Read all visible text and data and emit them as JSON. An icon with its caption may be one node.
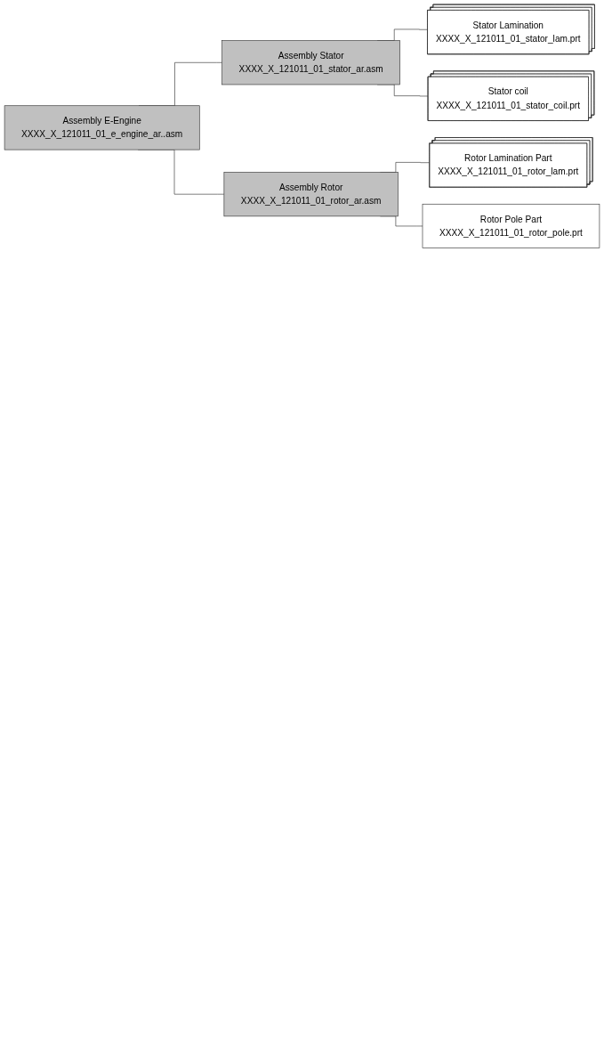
{
  "diagram": {
    "nodes": [
      {
        "text": [
          "Assembly E-Engine",
          "XXXX_X_121011_01_e_engine_ar..asm"
        ]
      },
      {
        "text": [
          "Assembly Stator",
          "XXXX_X_121011_01_stator_ar.asm"
        ]
      },
      {
        "text": [
          "Stator Lamination",
          "XXXX_X_121011_01_stator_lam.prt"
        ]
      },
      {
        "text": [
          "Stator coil",
          "XXXX_X_121011_01_stator_coil.prt"
        ]
      },
      {
        "text": [
          "Assembly Rotor",
          "XXXX_X_121011_01_rotor_ar.asm"
        ]
      },
      {
        "text": [
          "Rotor Lamination Part",
          "XXXX_X_121011_01_rotor_lam.prt"
        ]
      },
      {
        "text": [
          "Rotor Pole Part",
          "XXXX_X_121011_01_rotor_pole.prt"
        ]
      }
    ],
    "edges": [
      {
        "from": 0,
        "to": 1,
        "arrow": "none"
      },
      {
        "from": 1,
        "to": 2,
        "arrow": "none"
      },
      {
        "from": 1,
        "to": 3,
        "arrow": "none"
      },
      {
        "from": 0,
        "to": 4,
        "arrow": "none"
      },
      {
        "from": 4,
        "to": 5,
        "arrow": "none"
      },
      {
        "from": 4,
        "to": 6,
        "arrow": "none"
      }
    ]
  }
}
